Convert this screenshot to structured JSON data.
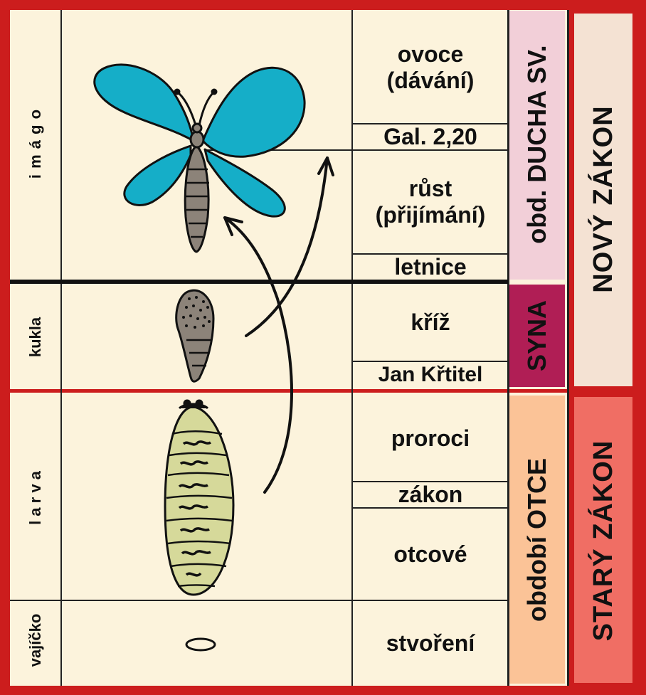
{
  "colors": {
    "frame": "#cc1d1d",
    "paper": "#fcf3dc",
    "wing": "#15aec8",
    "body": "#8c8379",
    "larva": "#d6d99a",
    "ducha_band": "#f2cfd8",
    "syna_band": "#b01e55",
    "otce_band": "#fbc397",
    "novy_band": "#f4e2d3",
    "stary_band": "#f06e64"
  },
  "stages": {
    "imago": "i m á g o",
    "kukla": "kukla",
    "larva": "l a r v a",
    "vajicko": "vajíčko"
  },
  "cells": {
    "ovoce": "ovoce\n(dávání)",
    "gal": "Gal. 2,20",
    "rust": "růst\n(přijímání)",
    "letnice": "letnice",
    "kriz": "kříž",
    "jan": "Jan Křtitel",
    "proroci": "proroci",
    "zakon": "zákon",
    "otcove": "otcové",
    "stvoreni": "stvoření"
  },
  "periods": {
    "ducha": "obd.  DUCHA  SV.",
    "syna": "SYNA",
    "otce": "období  OTCE"
  },
  "covenants": {
    "novy": "NOVÝ   ZÁKON",
    "stary": "STARÝ  ZÁKON"
  },
  "icons": [
    "butterfly-icon",
    "pupa-icon",
    "larva-icon",
    "egg-icon",
    "arrow-icon"
  ]
}
